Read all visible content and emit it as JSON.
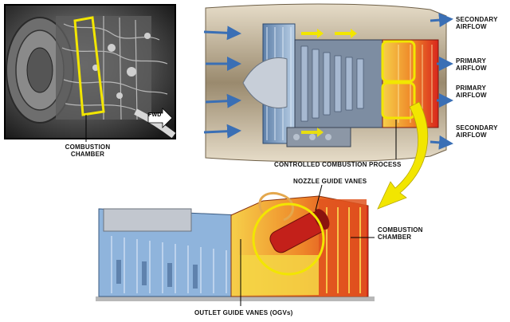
{
  "labels": {
    "combustion_chamber_photo": [
      "COMBUSTION",
      "CHAMBER"
    ],
    "fwd_marker": "FWD",
    "secondary_airflow_top": [
      "SECONDARY",
      "AIRFLOW"
    ],
    "primary_airflow_top": [
      "PRIMARY",
      "AIRFLOW"
    ],
    "primary_airflow_bottom": [
      "PRIMARY",
      "AIRFLOW"
    ],
    "secondary_airflow_bottom": [
      "SECONDARY",
      "AIRFLOW"
    ],
    "controlled_combustion": "CONTROLLED COMBUSTION PROCESS",
    "nozzle_guide_vanes": "NOZZLE GUIDE VANES",
    "combustion_chamber_section": [
      "COMBUSTION",
      "CHAMBER"
    ],
    "outlet_guide_vanes": "OUTLET GUIDE VANES (OGVs)"
  },
  "colors": {
    "highlight": "#f2e600",
    "airflow_arrow": "#3a6fb5",
    "hot_section": "#d9261c",
    "cold_section": "#8fb4dc"
  }
}
